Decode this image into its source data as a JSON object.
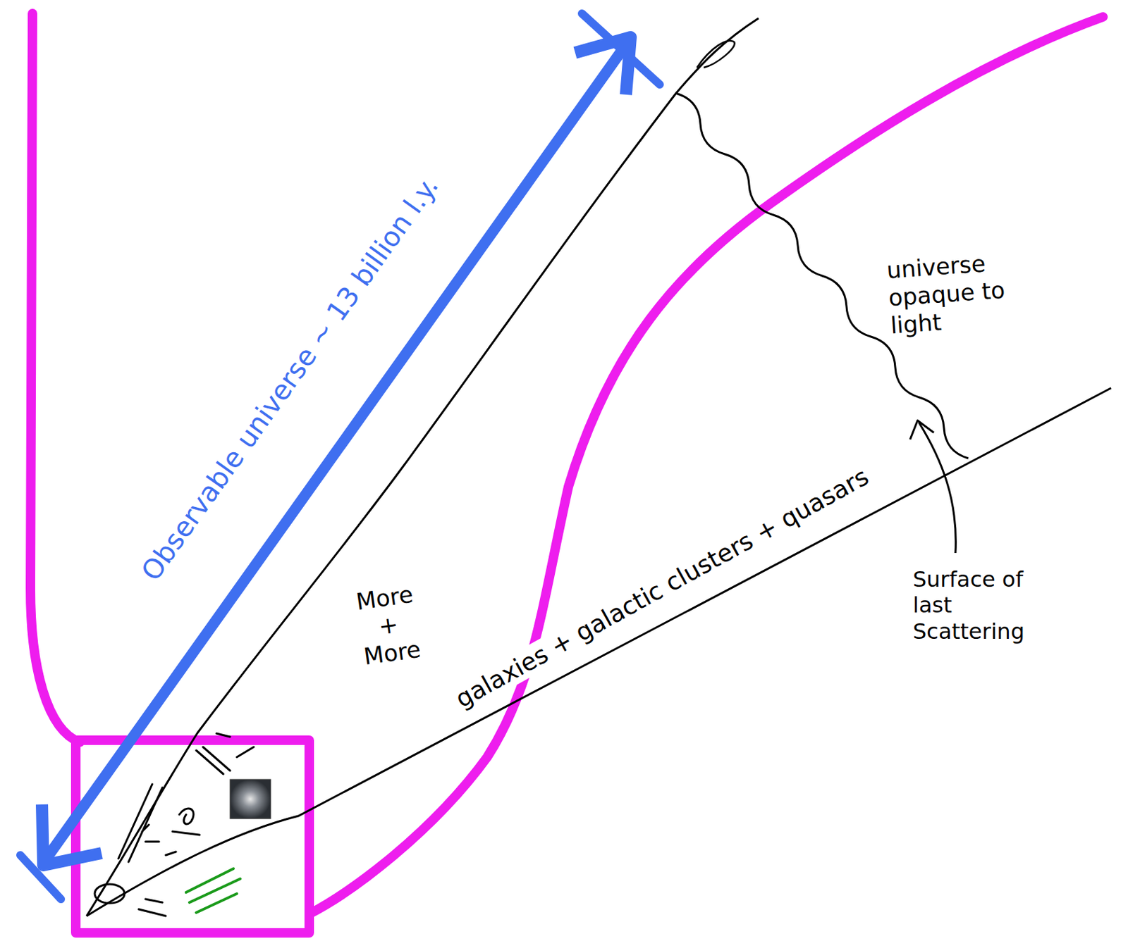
{
  "diagram": {
    "labels": [
      "Observable universe ~ 13 billion l.y.",
      "More + More",
      "galaxies + galactic clusters + quasars",
      "universe opaque to light",
      "Surface of last Scattering"
    ]
  }
}
